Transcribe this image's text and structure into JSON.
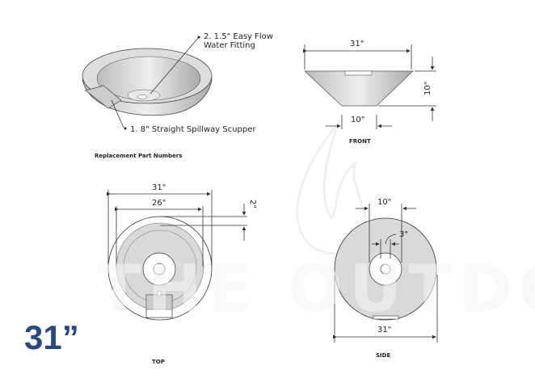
{
  "watermark": "THE OUTDOOR",
  "iso_view": {
    "caption": "Replacement Part Numbers",
    "callouts": [
      {
        "line1": "2. 1.5\" Easy Flow",
        "line2": "Water Fitting"
      },
      {
        "line1": "1. 8\" Straight Spillway Scupper"
      }
    ]
  },
  "front_view": {
    "caption": "FRONT",
    "top_width": "31\"",
    "height": "10\"",
    "base_width": "10\""
  },
  "top_view": {
    "caption": "TOP",
    "outer_diameter": "31\"",
    "inner_diameter": "26\"",
    "rim": "2\""
  },
  "side_view": {
    "caption": "SIDE",
    "center_width": "10\"",
    "hole": "3\"",
    "diameter": "31\""
  },
  "size_label": "31”",
  "colors": {
    "size_label": "#2a4a7f",
    "fill": "#d9d9d9"
  }
}
